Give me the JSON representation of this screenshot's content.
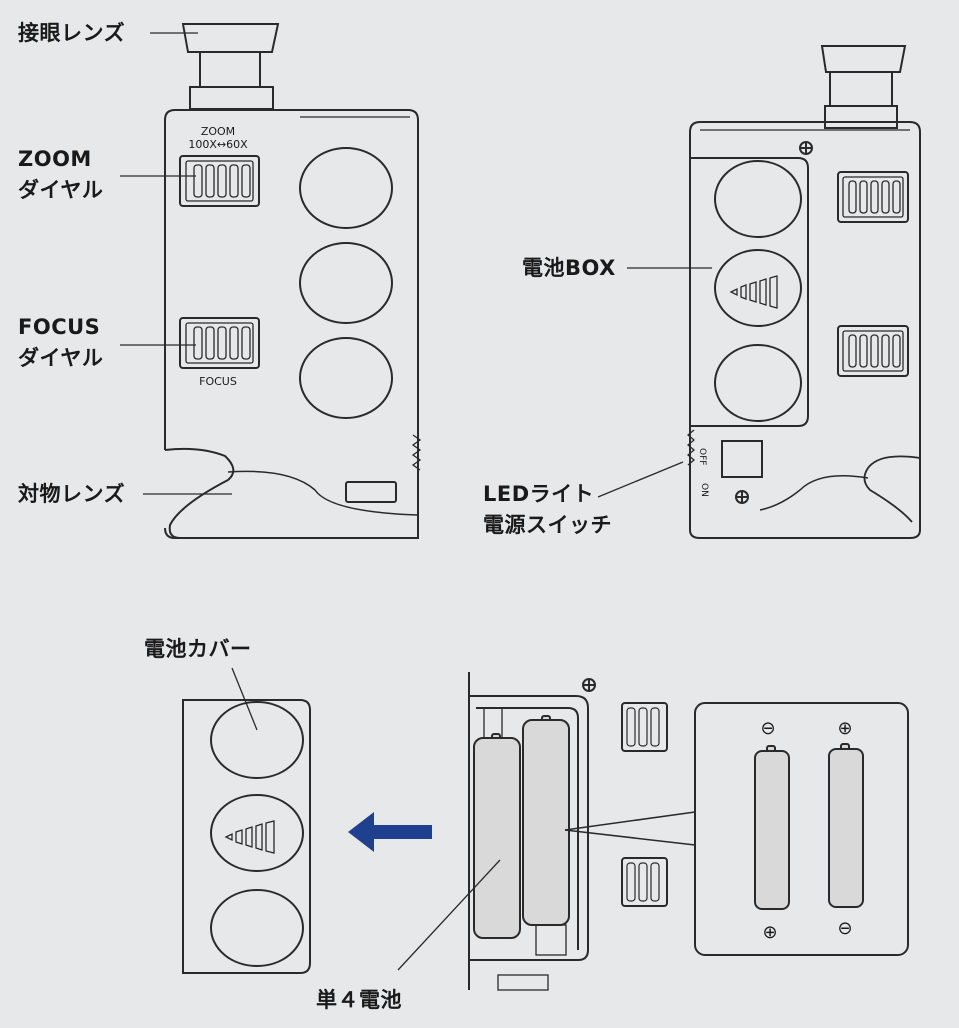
{
  "labels": {
    "eyepiece": "接眼レンズ",
    "zoom_dial_1": "ZOOM",
    "zoom_dial_2": "ダイヤル",
    "focus_dial_1": "FOCUS",
    "focus_dial_2": "ダイヤル",
    "objective": "対物レンズ",
    "battery_box": "電池BOX",
    "led_switch_1": "LEDライト",
    "led_switch_2": "電源スイッチ",
    "battery_cover": "電池カバー",
    "aaa_battery": "単４電池"
  },
  "device_marks": {
    "zoom_title": "ZOOM",
    "zoom_range": "100X↔60X",
    "focus_mark": "FOCUS",
    "switch_off": "OFF",
    "switch_on": "ON",
    "plus": "⊕",
    "minus": "⊖"
  },
  "colors": {
    "background": "#e7e8ea",
    "line": "#2a2a2a",
    "arrow": "#1f3f8f",
    "battery": "#d9d9d9"
  }
}
